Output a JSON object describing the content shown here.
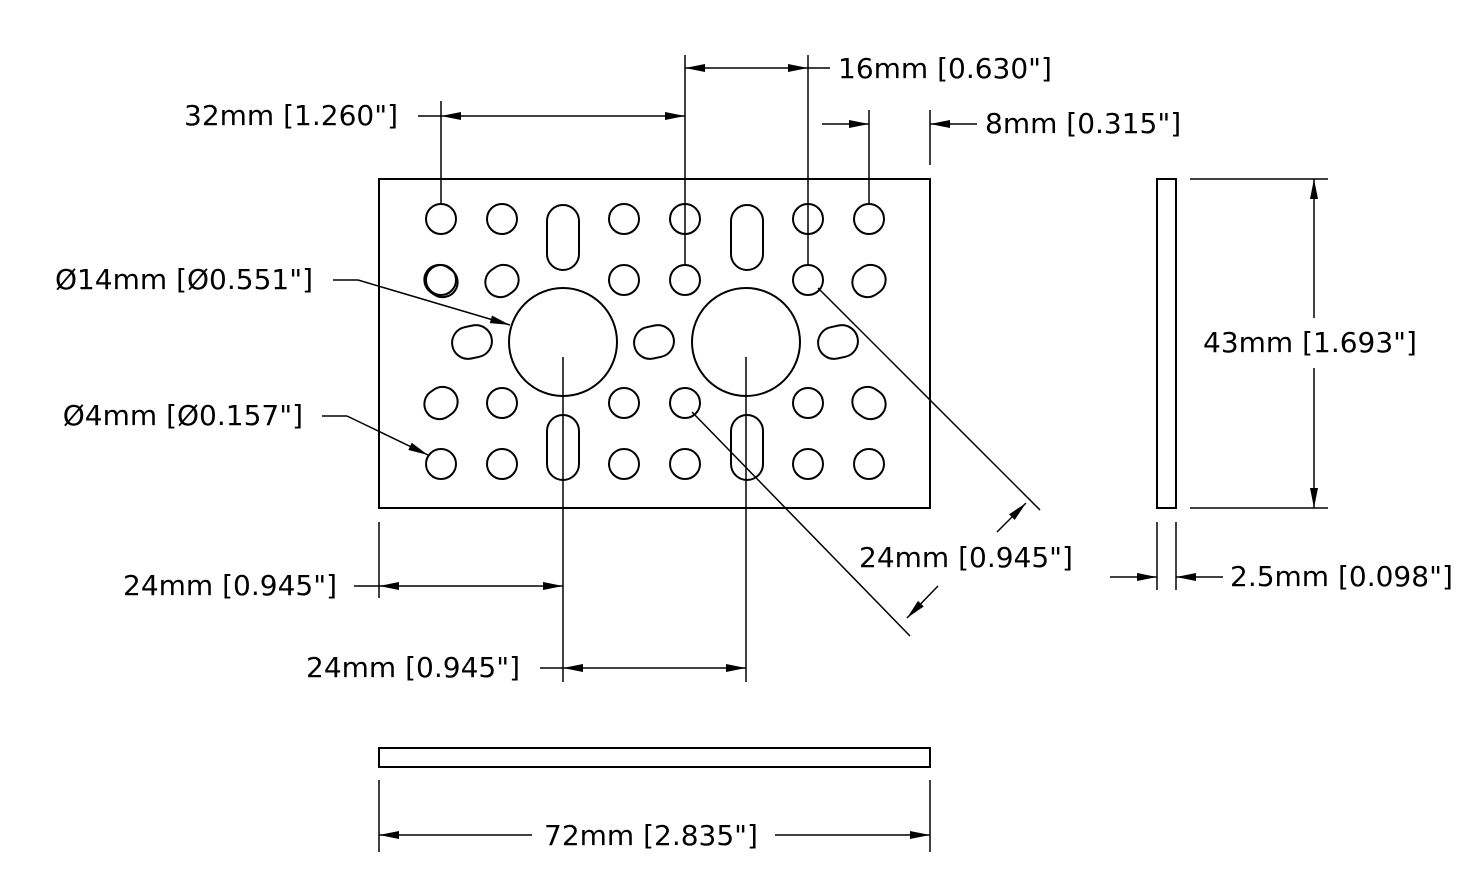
{
  "dimensions": {
    "hole_pitch_32": "32mm [1.260\"]",
    "hole_spacing_16": "16mm [0.630\"]",
    "edge_offset_8": "8mm [0.315\"]",
    "large_hole_diameter": "Ø14mm [Ø0.551\"]",
    "small_hole_diameter": "Ø4mm [Ø0.157\"]",
    "height_43": "43mm [1.693\"]",
    "diagonal_24": "24mm [0.945\"]",
    "edge_to_center_24": "24mm [0.945\"]",
    "center_to_center_24": "24mm [0.945\"]",
    "thickness_2_5": "2.5mm [0.098\"]",
    "width_72": "72mm [2.835\"]"
  }
}
